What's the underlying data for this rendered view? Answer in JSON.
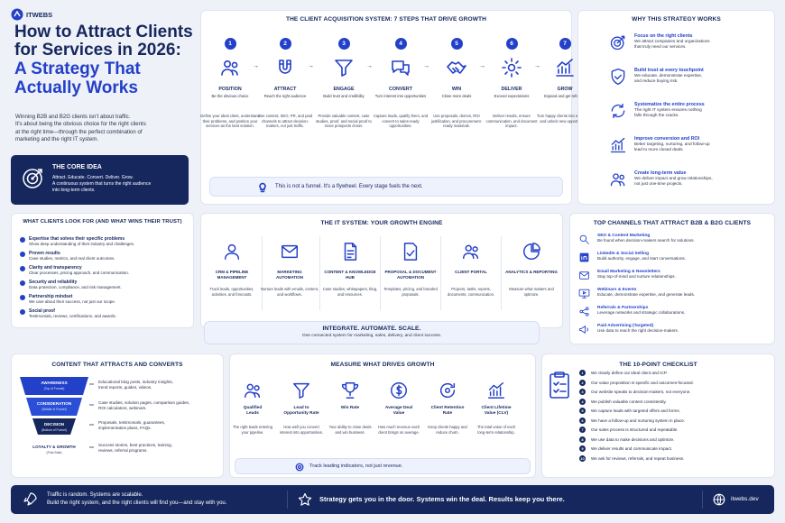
{
  "brand": {
    "name": "ITWEBS",
    "url": "itwebs.dev"
  },
  "headline": {
    "line1": "How to Attract Clients",
    "line2": "for Services in 2026:",
    "line3": "A Strategy That",
    "line4": "Actually Works"
  },
  "intro": {
    "p1": "Winning B2B and B2G clients isn't about traffic.",
    "p2": "It's about being the obvious choice for the right clients",
    "p3": "at the right time—through the perfect combination of",
    "p4": "marketing and the right IT system."
  },
  "core_idea": {
    "title": "THE CORE IDEA",
    "line1": "Attract. Educate. Convert. Deliver. Grow.",
    "line2": "A continuous system that turns the right audience",
    "line3": "into long-term clients."
  },
  "acquisition": {
    "title": "THE CLIENT ACQUISITION SYSTEM: 7 STEPS THAT DRIVE GROWTH",
    "steps": [
      {
        "num": "1",
        "title": "POSITION",
        "sub": "Be the obvious choice",
        "desc": "Define your ideal client, understand their problems, and position your services as the best solution."
      },
      {
        "num": "2",
        "title": "ATTRACT",
        "sub": "Reach the right audience",
        "desc": "Use content, SEO, PR, and paid channels to attract decision-makers, not just traffic."
      },
      {
        "num": "3",
        "title": "ENGAGE",
        "sub": "Build trust and credibility",
        "desc": "Provide valuable content, case studies, proof, and social proof to move prospects closer."
      },
      {
        "num": "4",
        "title": "CONVERT",
        "sub": "Turn interest into opportunities",
        "desc": "Capture leads, qualify them, and convert to sales-ready opportunities."
      },
      {
        "num": "5",
        "title": "WIN",
        "sub": "Close more deals",
        "desc": "Use proposals, demos, ROI justification, and procurement-ready materials."
      },
      {
        "num": "6",
        "title": "DELIVER",
        "sub": "Exceed expectations",
        "desc": "Deliver results, ensure communication, and document impact."
      },
      {
        "num": "7",
        "title": "GROW",
        "sub": "Expand and get referrals",
        "desc": "Turn happy clients into advocates and unlock new opportunities."
      }
    ],
    "note": "This is not a funnel. It's a flywheel. Every stage fuels the next."
  },
  "why": {
    "title": "WHY THIS STRATEGY WORKS",
    "items": [
      {
        "title": "Focus on the right clients",
        "desc1": "We attract companies and organizations",
        "desc2": "that truly need our services."
      },
      {
        "title": "Build trust at every touchpoint",
        "desc1": "We educate, demonstrate expertise,",
        "desc2": "and reduce buying risk."
      },
      {
        "title": "Systematize the entire process",
        "desc1": "The right IT system ensures nothing",
        "desc2": "falls through the cracks."
      },
      {
        "title": "Improve conversion and ROI",
        "desc1": "Better targeting, nurturing, and follow-up",
        "desc2": "lead to more closed deals."
      },
      {
        "title": "Create long-term value",
        "desc1": "We deliver impact and grow relationships,",
        "desc2": "not just one-time projects."
      }
    ]
  },
  "looks": {
    "title": "WHAT CLIENTS LOOK FOR (AND WHAT WINS THEIR TRUST)",
    "items": [
      {
        "title": "Expertise that solves their specific problems",
        "desc": "Show deep understanding of their industry and challenges."
      },
      {
        "title": "Proven results",
        "desc": "Case studies, metrics, and real client outcomes."
      },
      {
        "title": "Clarity and transparency",
        "desc": "Clear processes, pricing approach, and communication."
      },
      {
        "title": "Security and reliability",
        "desc": "Data protection, compliance, and risk management."
      },
      {
        "title": "Partnership mindset",
        "desc": "We care about their success, not just our scope."
      },
      {
        "title": "Social proof",
        "desc": "Testimonials, reviews, certifications, and awards."
      }
    ]
  },
  "it_system": {
    "title": "THE IT SYSTEM: YOUR GROWTH ENGINE",
    "items": [
      {
        "title1": "CRM & PIPELINE",
        "title2": "MANAGEMENT",
        "desc": "Track leads, opportunities, activities, and forecasts."
      },
      {
        "title1": "MARKETING",
        "title2": "AUTOMATION",
        "desc": "Nurture leads with emails, content, and workflows."
      },
      {
        "title1": "CONTENT & KNOWLEDGE",
        "title2": "HUB",
        "desc": "Case studies, whitepapers, blog, and resources."
      },
      {
        "title1": "PROPOSAL & DOCUMENT",
        "title2": "AUTOMATION",
        "desc": "Templates, pricing, and branded proposals."
      },
      {
        "title1": "CLIENT PORTAL",
        "title2": "",
        "desc": "Projects, tasks, reports, documents, communication."
      },
      {
        "title1": "ANALYTICS & REPORTING",
        "title2": "",
        "desc": "Measure what matters and optimize."
      }
    ],
    "banner_title": "INTEGRATE. AUTOMATE. SCALE.",
    "banner_sub": "One connected system for marketing, sales, delivery, and client success."
  },
  "channels": {
    "title": "TOP CHANNELS THAT ATTRACT B2B & B2G CLIENTS",
    "items": [
      {
        "title": "SEO & Content Marketing",
        "desc": "Be found when decision-makers search for solutions."
      },
      {
        "title": "LinkedIn & Social Selling",
        "desc": "Build authority, engage, and start conversations."
      },
      {
        "title": "Email Marketing & Newsletters",
        "desc": "Stay top-of-mind and nurture relationships."
      },
      {
        "title": "Webinars & Events",
        "desc": "Educate, demonstrate expertise, and generate leads."
      },
      {
        "title": "Referrals & Partnerships",
        "desc": "Leverage networks and strategic collaborations."
      },
      {
        "title": "Paid Advertising (Targeted)",
        "desc": "Use data to reach the right decision-makers."
      }
    ]
  },
  "content": {
    "title": "CONTENT THAT ATTRACTS AND CONVERTS",
    "stages": [
      {
        "name": "AWARENESS",
        "sub": "(Top of Funnel)",
        "desc1": "Educational blog posts, industry insights,",
        "desc2": "trend reports, guides, videos."
      },
      {
        "name": "CONSIDERATION",
        "sub": "(Middle of Funnel)",
        "desc1": "Case studies, solution pages, comparison guides,",
        "desc2": "ROI calculators, webinars."
      },
      {
        "name": "DECISION",
        "sub": "(Bottom of Funnel)",
        "desc1": "Proposals, testimonials, guarantees,",
        "desc2": "implementation plans, FAQs."
      },
      {
        "name": "LOYALTY & GROWTH",
        "sub": "(Post-Sale)",
        "desc1": "Success stories, best practices, training,",
        "desc2": "reviews, referral programs."
      }
    ]
  },
  "measure": {
    "title": "MEASURE WHAT DRIVES GROWTH",
    "items": [
      {
        "title1": "Qualified",
        "title2": "Leads",
        "desc": "The right leads entering your pipeline."
      },
      {
        "title1": "Lead to",
        "title2": "Opportunity Rate",
        "desc": "How well you convert interest into opportunities."
      },
      {
        "title1": "Win Rate",
        "title2": "",
        "desc": "Your ability to close deals and win business."
      },
      {
        "title1": "Average Deal",
        "title2": "Value",
        "desc": "How much revenue each client brings on average."
      },
      {
        "title1": "Client Retention",
        "title2": "Rate",
        "desc": "Keep clients happy and reduce churn."
      },
      {
        "title1": "Client Lifetime",
        "title2": "Value (CLV)",
        "desc": "The total value of each long-term relationship."
      }
    ],
    "note": "Track leading indicators, not just revenue."
  },
  "checklist": {
    "title": "THE 10-POINT CHECKLIST",
    "items": [
      "We clearly define our ideal client and ICP.",
      "Our value proposition is specific and outcomes-focused.",
      "Our website speaks to decision-makers, not everyone.",
      "We publish valuable content consistently.",
      "We capture leads with targeted offers and forms.",
      "We have a follow-up and nurturing system in place.",
      "Our sales process is structured and repeatable.",
      "We use data to make decisions and optimize.",
      "We deliver results and communicate impact.",
      "We ask for reviews, referrals, and repeat business."
    ]
  },
  "footer": {
    "left1": "Traffic is random. Systems are scalable.",
    "left2": "Build the right system, and the right clients will find you—and stay with you.",
    "middle": "Strategy gets you in the door. Systems win the deal. Results keep you there."
  }
}
